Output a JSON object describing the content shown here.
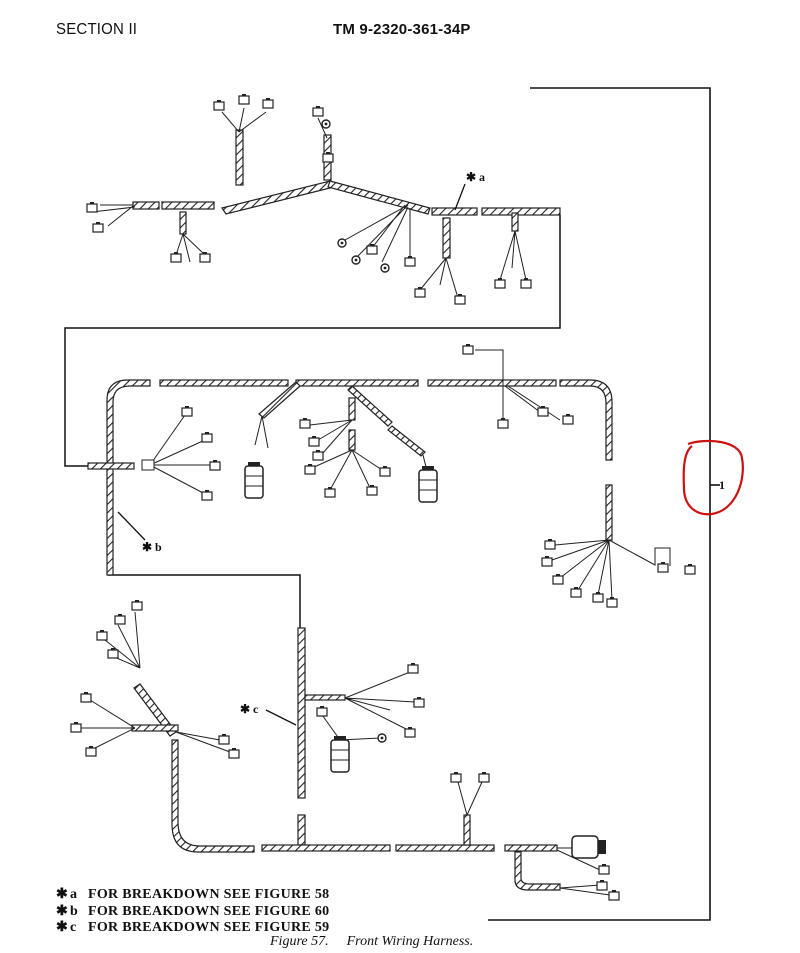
{
  "header": {
    "section": "SECTION II",
    "manual": "TM 9-2320-361-34P"
  },
  "callouts": {
    "a": "✱ a",
    "b": "✱ b",
    "c": "✱ c",
    "item": "1"
  },
  "notes": [
    {
      "mark": "✱",
      "letter": "a",
      "text": "FOR BREAKDOWN SEE FIGURE 58"
    },
    {
      "mark": "✱",
      "letter": "b",
      "text": "FOR BREAKDOWN SEE FIGURE 60"
    },
    {
      "mark": "✱",
      "letter": "c",
      "text": "FOR BREAKDOWN SEE FIGURE 59"
    }
  ],
  "caption": {
    "number": "Figure 57.",
    "title": "Front Wiring Harness."
  },
  "highlight_color": "#cc1111"
}
